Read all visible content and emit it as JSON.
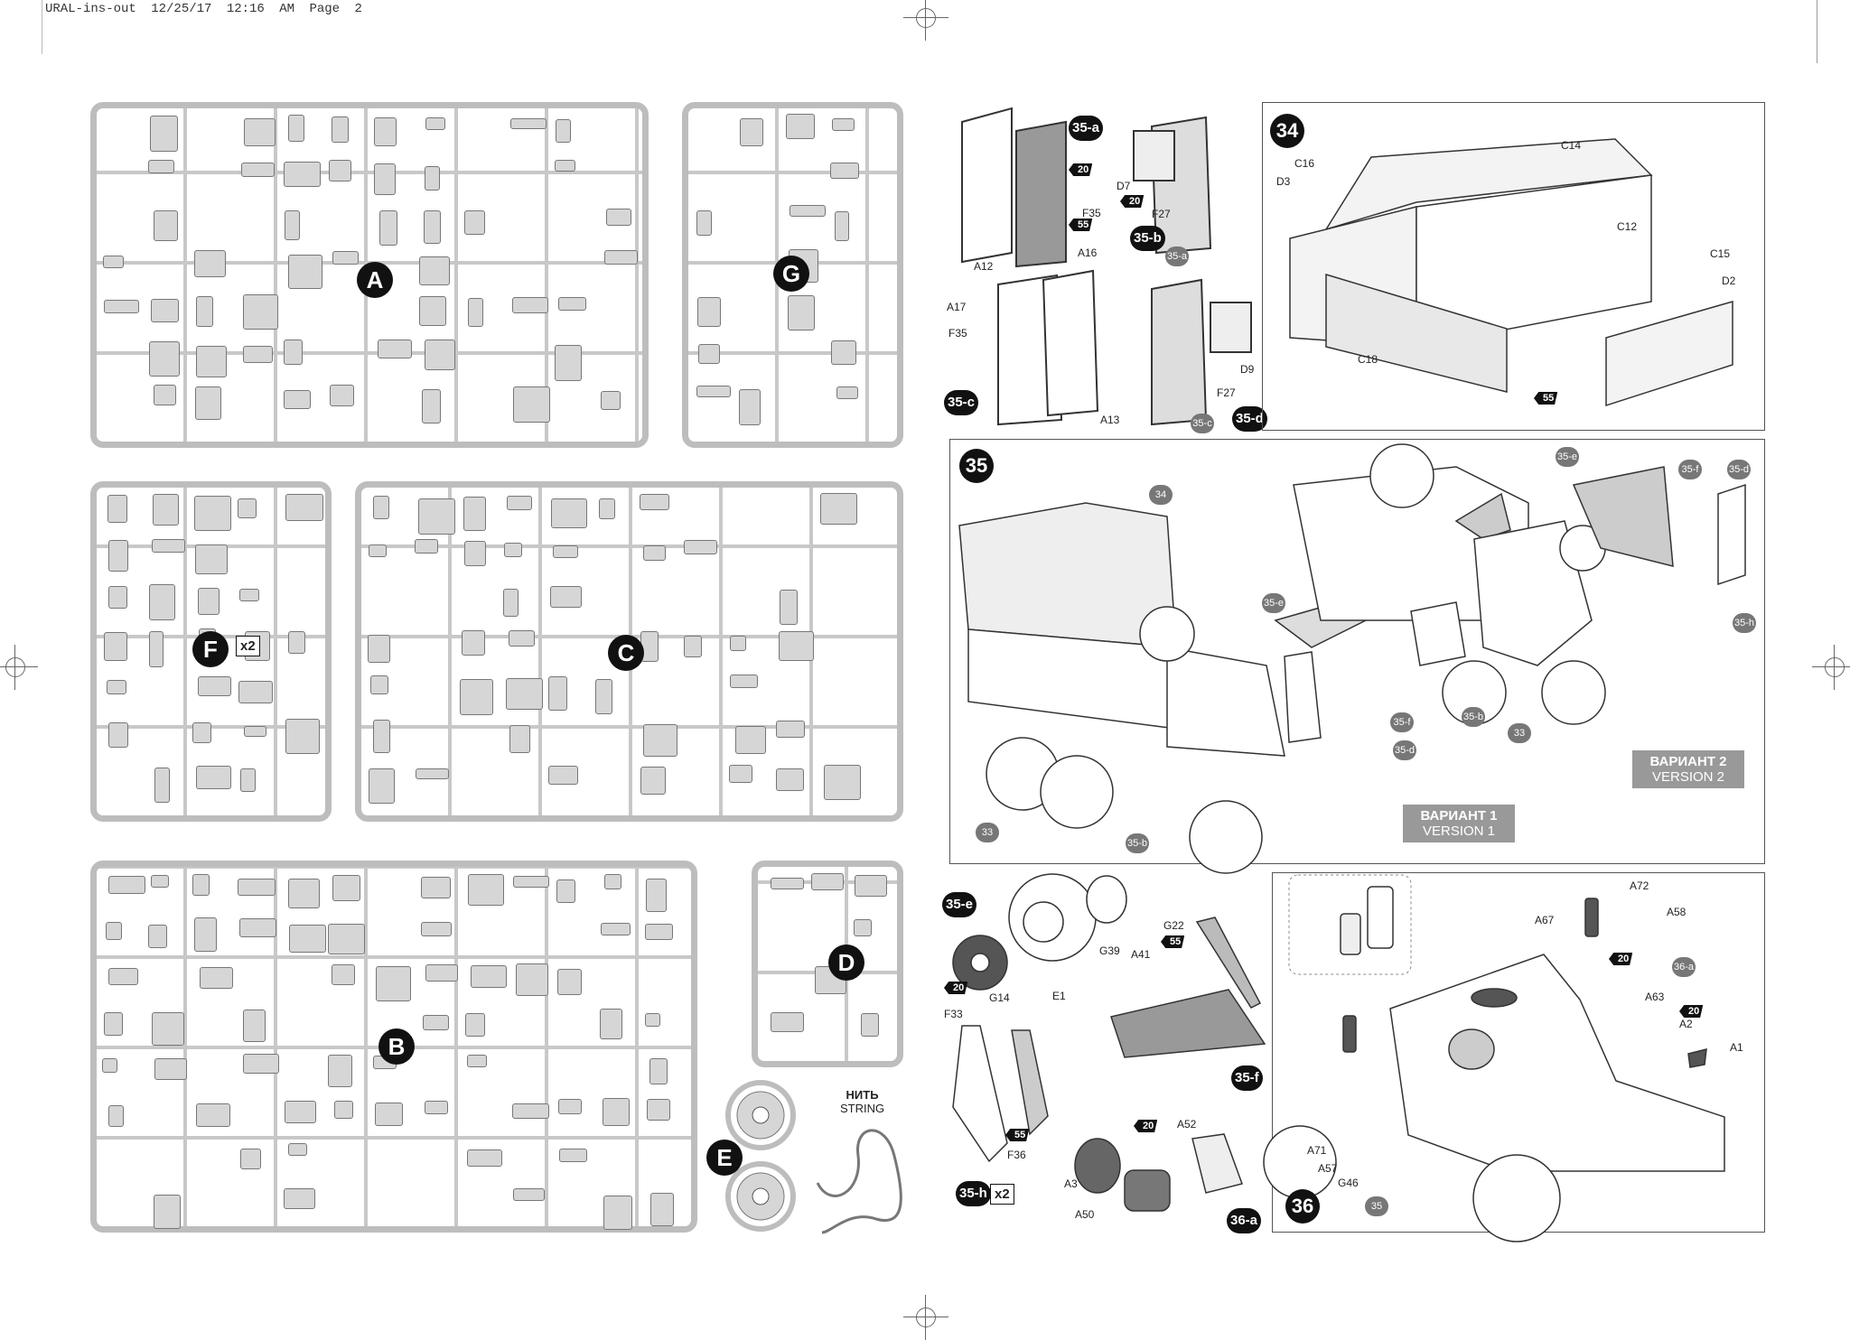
{
  "header": {
    "text": "URAL-ins-out  12/25/17  12:16 AM  Page 2"
  },
  "sprues": {
    "A": "A",
    "G": "G",
    "F": "F",
    "F_multiplier": "x2",
    "C": "C",
    "B": "B",
    "D": "D",
    "E": "E"
  },
  "string": {
    "ru": "НИТЬ",
    "en": "STRING"
  },
  "step35_sub": {
    "a": "35-a",
    "b": "35-b",
    "c": "35-c",
    "d": "35-d",
    "parts": [
      "A12",
      "A16",
      "F35",
      "D7",
      "F27",
      "A17",
      "F35",
      "A13",
      "D9",
      "F27"
    ],
    "paints": [
      "20",
      "55",
      "20"
    ],
    "refs": [
      "35-a",
      "35-c"
    ]
  },
  "step34": {
    "number": "34",
    "parts": [
      "C14",
      "C16",
      "D3",
      "C12",
      "C15",
      "D2",
      "C18"
    ],
    "paint": "55"
  },
  "step35": {
    "number": "35",
    "refs": [
      "34",
      "35-e",
      "35-e",
      "35-f",
      "35-d",
      "35-b",
      "33",
      "35-b",
      "33",
      "35-f",
      "35-d",
      "35-h"
    ],
    "version1": {
      "ru": "ВАРИАНТ 1",
      "en": "VERSION 1"
    },
    "version2": {
      "ru": "ВАРИАНТ 2",
      "en": "VERSION 2"
    }
  },
  "step35_more": {
    "e": "35-e",
    "f": "35-f",
    "h": "35-h",
    "h_mult": "x2",
    "a36": "36-a",
    "parts": [
      "G14",
      "E1",
      "G39",
      "G22",
      "A41",
      "F33",
      "F36",
      "A52",
      "A3",
      "A50"
    ],
    "paints": [
      "20",
      "55",
      "55",
      "20"
    ]
  },
  "step36": {
    "number": "36",
    "parts": [
      "A72",
      "A58",
      "A67",
      "A63",
      "A2",
      "A1",
      "A71",
      "A57",
      "G46"
    ],
    "refs": [
      "36-a",
      "35"
    ],
    "paints": [
      "20",
      "20"
    ]
  }
}
